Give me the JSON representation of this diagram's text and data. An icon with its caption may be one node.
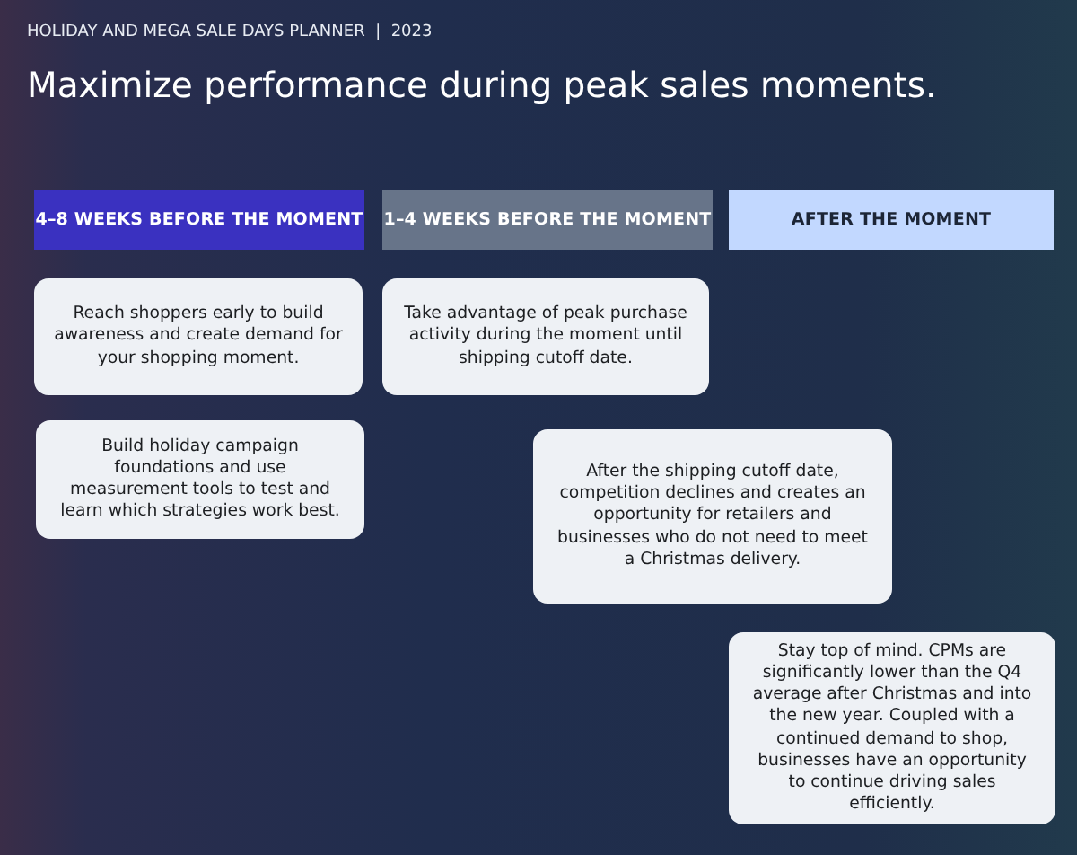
{
  "diagram": {
    "title": "Maximize performance during peak sales moments.",
    "nodes": [
      {
        "text": [
          "4–8 WEEKS BEFORE THE MOMENT"
        ]
      },
      {
        "text": [
          "1–4 WEEKS BEFORE THE MOMENT"
        ]
      },
      {
        "text": [
          "AFTER THE MOMENT"
        ]
      },
      {
        "text": [
          "Reach shoppers early to build awareness and create demand for your shopping moment."
        ]
      },
      {
        "text": [
          "Take advantage of peak purchase activity during the moment until shipping cutoff date."
        ]
      },
      {
        "text": [
          "Build holiday campaign foundations and use measurement tools to test and learn which strategies work best."
        ]
      },
      {
        "text": [
          "After the shipping cutoff date, competition declines and creates an opportunity for retailers and businesses who do not need to meet a Christmas delivery."
        ]
      },
      {
        "text": [
          "Stay top of mind. CPMs are significantly lower than the Q4 average after Christmas and into the new year. Coupled with a continued demand to shop, businesses have an opportunity to continue driving sales efficiently."
        ]
      }
    ],
    "labels": [
      "HOLIDAY AND MEGA SALE DAYS PLANNER  |  2023"
    ]
  }
}
